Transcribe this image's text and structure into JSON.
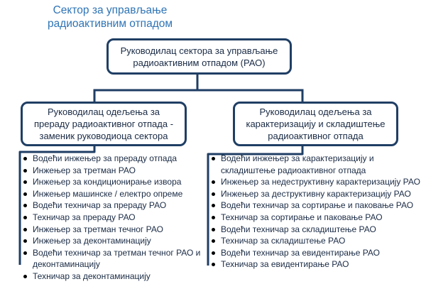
{
  "title": {
    "lines": [
      "Сектор за управљање",
      "радиоактивним отпадом"
    ]
  },
  "colors": {
    "outline": "#1F3E64",
    "title_text": "#2E74B5",
    "body_text": "#1A2B45",
    "bullet": "#000000",
    "background": "#FFFFFF"
  },
  "org_chart": {
    "root": {
      "label_lines": [
        "Руководилац сектора за управљање",
        "радиоактивним отпадом (РАО)"
      ]
    },
    "branch_left": {
      "label_lines": [
        "Руководилац одељења за",
        "прераду радиоактивног отпада -",
        "заменик руководиоца сектора"
      ],
      "roles": [
        {
          "lines": [
            "Водећи инжењер за прераду отпада"
          ]
        },
        {
          "lines": [
            "Инжењер за третман РАО"
          ]
        },
        {
          "lines": [
            "Инжењер за кондиционирање извора"
          ]
        },
        {
          "lines": [
            "Инжењер машинске / електро опреме"
          ]
        },
        {
          "lines": [
            "Водећи техничар за прераду РАО"
          ]
        },
        {
          "lines": [
            "Техничар за прераду РАО"
          ]
        },
        {
          "lines": [
            "Инжењер за третман течног РАО"
          ]
        },
        {
          "lines": [
            "Инжењер за деконтаминацију"
          ]
        },
        {
          "lines": [
            "Водећи техничар за третман течног РАО и",
            "деконтаминацију"
          ]
        },
        {
          "lines": [
            "Техничар за деконтаминацију"
          ]
        }
      ]
    },
    "branch_right": {
      "label_lines": [
        "Руководилац одељења за",
        "карактеризацију и складиштење",
        "радиоактивног отпада"
      ],
      "roles": [
        {
          "lines": [
            "Водећи инжењер за карактеризацију и",
            "складиштење радиоактивног отпада"
          ]
        },
        {
          "lines": [
            "Инжењер за недеструктивну карактеризацију РАО"
          ]
        },
        {
          "lines": [
            "Инжењер за деструктивну карактеризацију РАО"
          ]
        },
        {
          "lines": [
            "Водећи техничар за сортирање и паковање РАО"
          ]
        },
        {
          "lines": [
            "Техничар за сортирање и паковање РАО"
          ]
        },
        {
          "lines": [
            "Водећи техничар за складиштење РАО"
          ]
        },
        {
          "lines": [
            "Техничар за складиштење РАО"
          ]
        },
        {
          "lines": [
            "Водећи техничар за евидентирање РАО"
          ]
        },
        {
          "lines": [
            "Техничар за евидентирање РАО"
          ]
        }
      ]
    }
  }
}
